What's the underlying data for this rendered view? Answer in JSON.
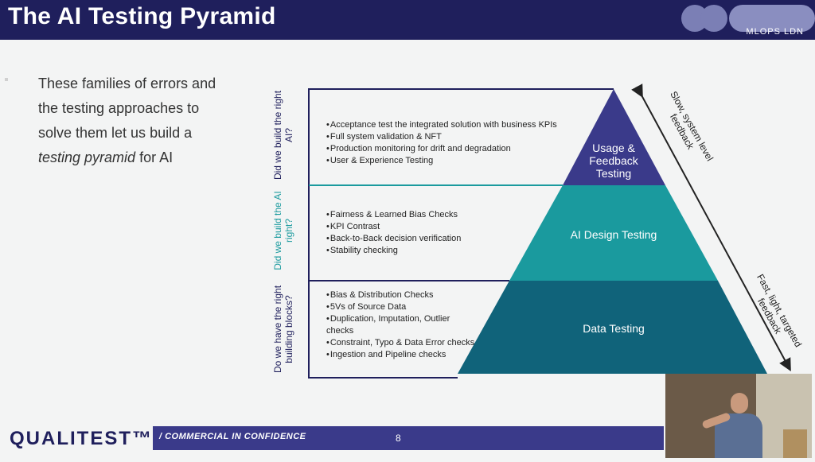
{
  "header": {
    "title": "The AI Testing Pyramid",
    "brand": "MLOPS LDN"
  },
  "intro": {
    "line_plain": "These families of errors and the testing approaches to solve them let us build a",
    "line_italic": "testing pyramid",
    "line_end": "for AI"
  },
  "pyramid": {
    "tiers": [
      {
        "question": "Did we build the right AI?",
        "label_lines": [
          "Usage &",
          "Feedback",
          "Testing"
        ],
        "items": [
          "Acceptance test the integrated solution with business KPIs",
          "Full system validation & NFT",
          "Production monitoring for drift and degradation",
          "User & Experience Testing"
        ]
      },
      {
        "question": "Did we build the AI right?",
        "label_lines": [
          "AI Design Testing"
        ],
        "items": [
          "Fairness & Learned Bias Checks",
          "KPI Contrast",
          "Back-to-Back decision verification",
          "Stability checking"
        ]
      },
      {
        "question": "Do we have the right building blocks?",
        "label_lines": [
          "Data Testing"
        ],
        "items": [
          "Bias & Distribution Checks",
          "5Vs of Source Data",
          "Duplication, Imputation, Outlier checks",
          "Constraint, Typo & Data Error checks",
          "Ingestion and Pipeline checks"
        ]
      }
    ],
    "arrow_top_text": "Slow, system level feedback",
    "arrow_bottom_text": "Fast, light, targeted feedback"
  },
  "colors": {
    "navy": "#1f1f5c",
    "tier_top": "#3a3a8a",
    "tier_mid": "#1a9a9e",
    "tier_bot": "#10637a"
  },
  "footer": {
    "logo": "QUALITEST™",
    "confidential": "/   COMMERCIAL IN CONFIDENCE",
    "page": "8"
  }
}
